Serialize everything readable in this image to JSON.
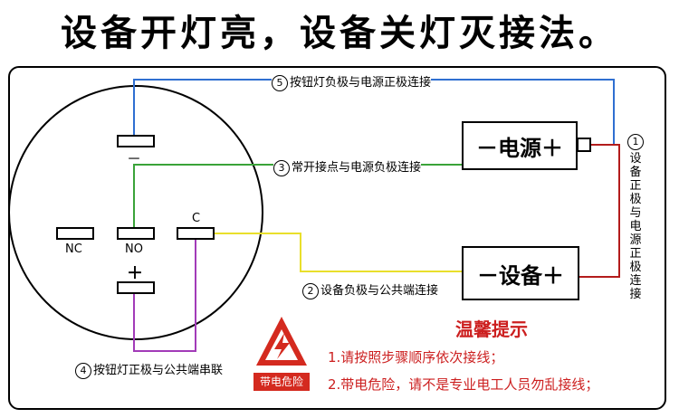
{
  "title": "设备开灯亮，设备关灯灭接法。",
  "labels": {
    "l5": {
      "num": "5",
      "text": "按钮灯负极与电源正极连接"
    },
    "l3": {
      "num": "3",
      "text": "常开接点与电源负极连接"
    },
    "l2": {
      "num": "2",
      "text": "设备负极与公共端连接"
    },
    "l4": {
      "num": "4",
      "text": "按钮灯正极与公共端串联"
    },
    "l1": {
      "num": "1",
      "text": "设备正极与电源正极连接"
    }
  },
  "boxes": {
    "power": "－电源＋",
    "device": "－设备＋"
  },
  "pins": {
    "nc": "NC",
    "no": "NO",
    "c": "C",
    "minus": "－",
    "plus": "＋"
  },
  "tips": {
    "title": "温馨提示",
    "t1": "1.请按照步骤顺序依次接线；",
    "t2": "2.带电危险，请不是专业电工人员勿乱接线；",
    "badge": "带电危险"
  },
  "colors": {
    "blue": "#2f6fd1",
    "green": "#3aa339",
    "yellow": "#e9df2b",
    "purple": "#a23bb8",
    "red": "#b31c1c"
  }
}
